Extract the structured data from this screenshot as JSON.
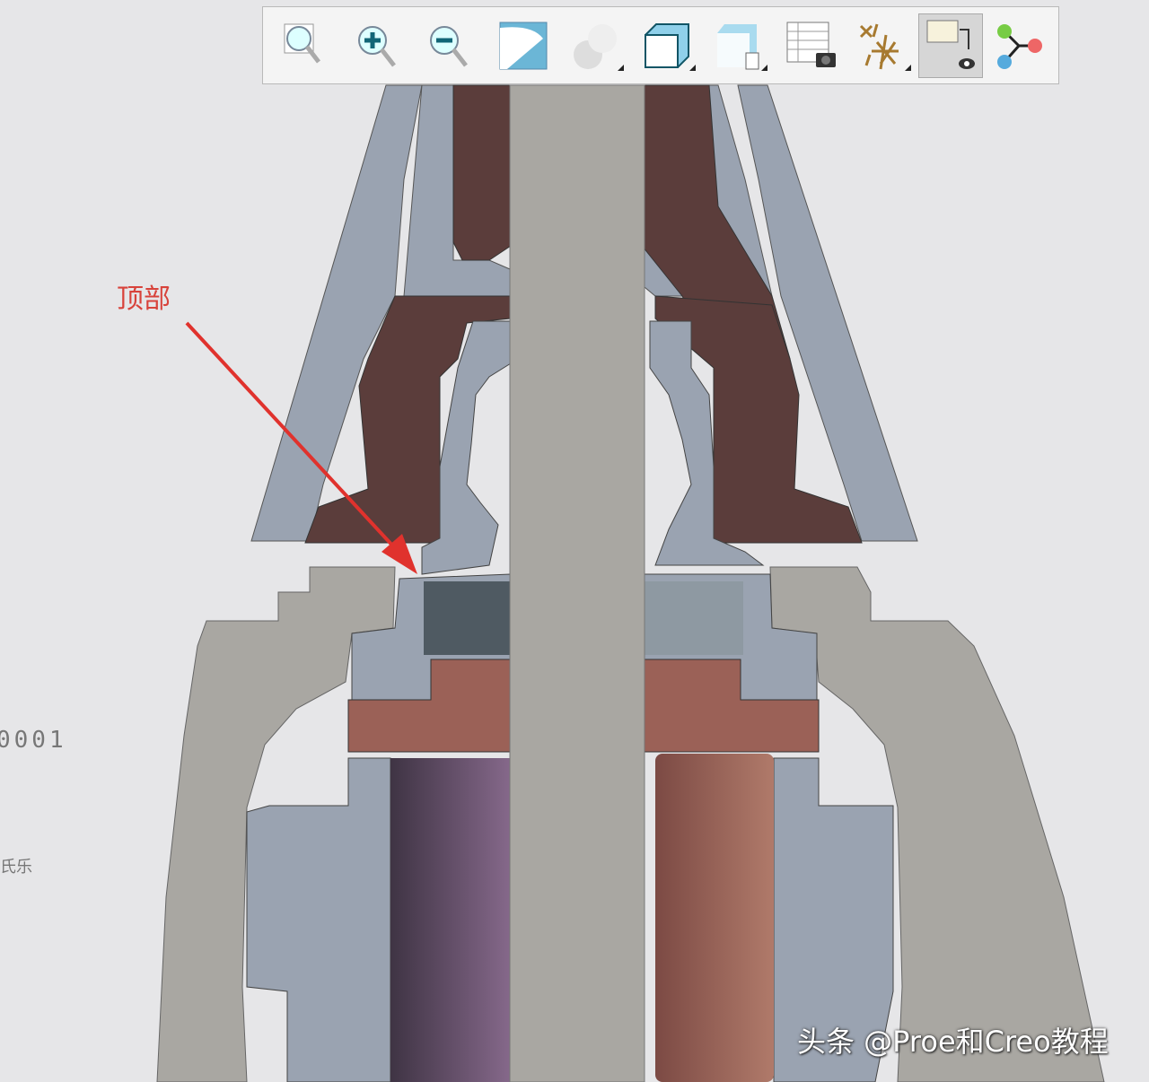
{
  "toolbar": {
    "items": [
      {
        "icon": "zoom-fit-icon",
        "label": ""
      },
      {
        "icon": "zoom-in-icon",
        "label": ""
      },
      {
        "icon": "zoom-out-icon",
        "label": ""
      },
      {
        "icon": "refit-view-icon",
        "label": ""
      },
      {
        "icon": "display-style-icon",
        "label": "",
        "dropdown": true
      },
      {
        "icon": "saved-orientations-icon",
        "label": "",
        "dropdown": true
      },
      {
        "icon": "view-manager-icon",
        "label": "",
        "dropdown": true
      },
      {
        "icon": "table-snapshot-icon",
        "label": ""
      },
      {
        "icon": "datum-display-icon",
        "label": "",
        "dropdown": true
      },
      {
        "icon": "annotation-display-icon",
        "label": "",
        "active": true
      },
      {
        "icon": "spin-center-icon",
        "label": ""
      }
    ]
  },
  "annotation": {
    "label": "顶部",
    "arrow_color": "#e0322d"
  },
  "side_text": {
    "line1": "0001",
    "line2": "氏乐"
  },
  "watermark": {
    "text": "头条 @Proe和Creo教程"
  },
  "colors": {
    "background": "#e6e6e8",
    "blue_grey_part": "#9aa3b1",
    "shaft": "#a9a7a2",
    "dark_brown": "#5b3d3b",
    "red_brown": "#9b6157",
    "purple": "#6f5473"
  }
}
